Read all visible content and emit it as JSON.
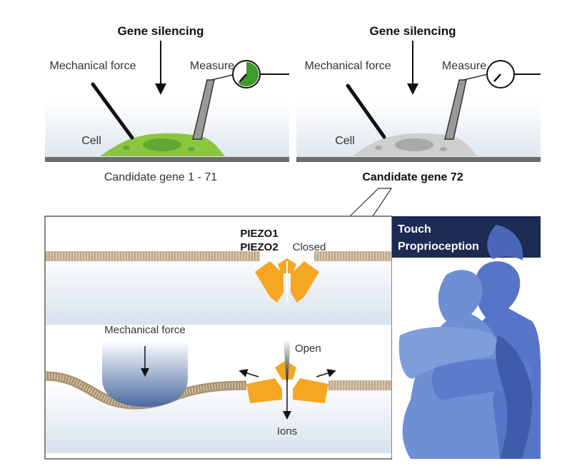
{
  "panel_left": {
    "gene_silencing": "Gene silencing",
    "mechanical_force": "Mechanical force",
    "measure": "Measure",
    "cell": "Cell",
    "caption": "Candidate gene 1 - 71"
  },
  "panel_right": {
    "gene_silencing": "Gene silencing",
    "mechanical_force": "Mechanical force",
    "measure": "Measure",
    "cell": "Cell",
    "caption": "Candidate gene 72"
  },
  "inset": {
    "piezo1": "PIEZO1",
    "piezo2": "PIEZO2",
    "closed": "Closed",
    "mechanical_force": "Mechanical force",
    "open": "Open",
    "ions": "Ions"
  },
  "sidebar": {
    "line1": "Touch",
    "line2": "Proprioception"
  },
  "colors": {
    "cell_active": "#8cc63f",
    "cell_silenced": "#cfcfcf",
    "channel": "#f5a623",
    "header_navy": "#1c2b52",
    "figure_blue": "#6f8fd4"
  }
}
